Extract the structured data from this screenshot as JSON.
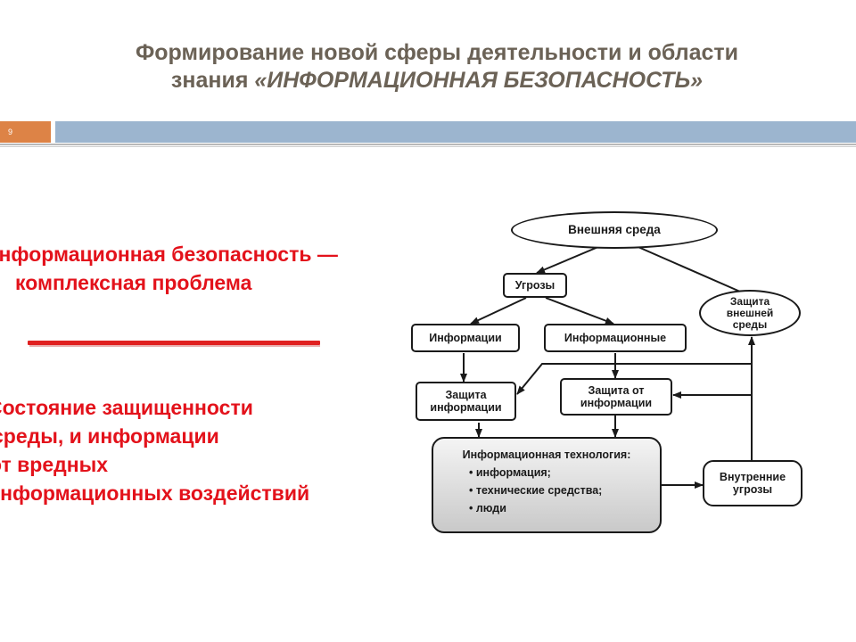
{
  "slide": {
    "title_line1": "Формирование новой сферы деятельности и области",
    "title_line2_prefix": "знания ",
    "title_line2_emph": "«ИНФОРМАЦИОННАЯ БЕЗОПАСНОСТЬ»",
    "number": "9",
    "colors": {
      "accent": "#dd8346",
      "band": "#9cb5cf",
      "highlight": "#e3121b",
      "title": "#6b6256"
    }
  },
  "left_text": {
    "block1": [
      "Информационная безопасность —",
      "комплексная проблема"
    ],
    "block2": [
      "Состояние защищенности",
      "среды, и информации",
      "от вредных",
      "информационных воздействий"
    ]
  },
  "diagram": {
    "external_env": "Внешняя среда",
    "threats": "Угрозы",
    "information": "Информации",
    "informational": "Информационные",
    "ext_protection": [
      "Защита",
      "внешней",
      "среды"
    ],
    "info_protection": [
      "Защита",
      "информации"
    ],
    "protection_from_info": [
      "Защита от",
      "информации"
    ],
    "tech_title": "Информационная технология:",
    "tech_items": [
      "информация;",
      "технические средства;",
      "люди"
    ],
    "internal_threats": [
      "Внутренние",
      "угрозы"
    ]
  }
}
